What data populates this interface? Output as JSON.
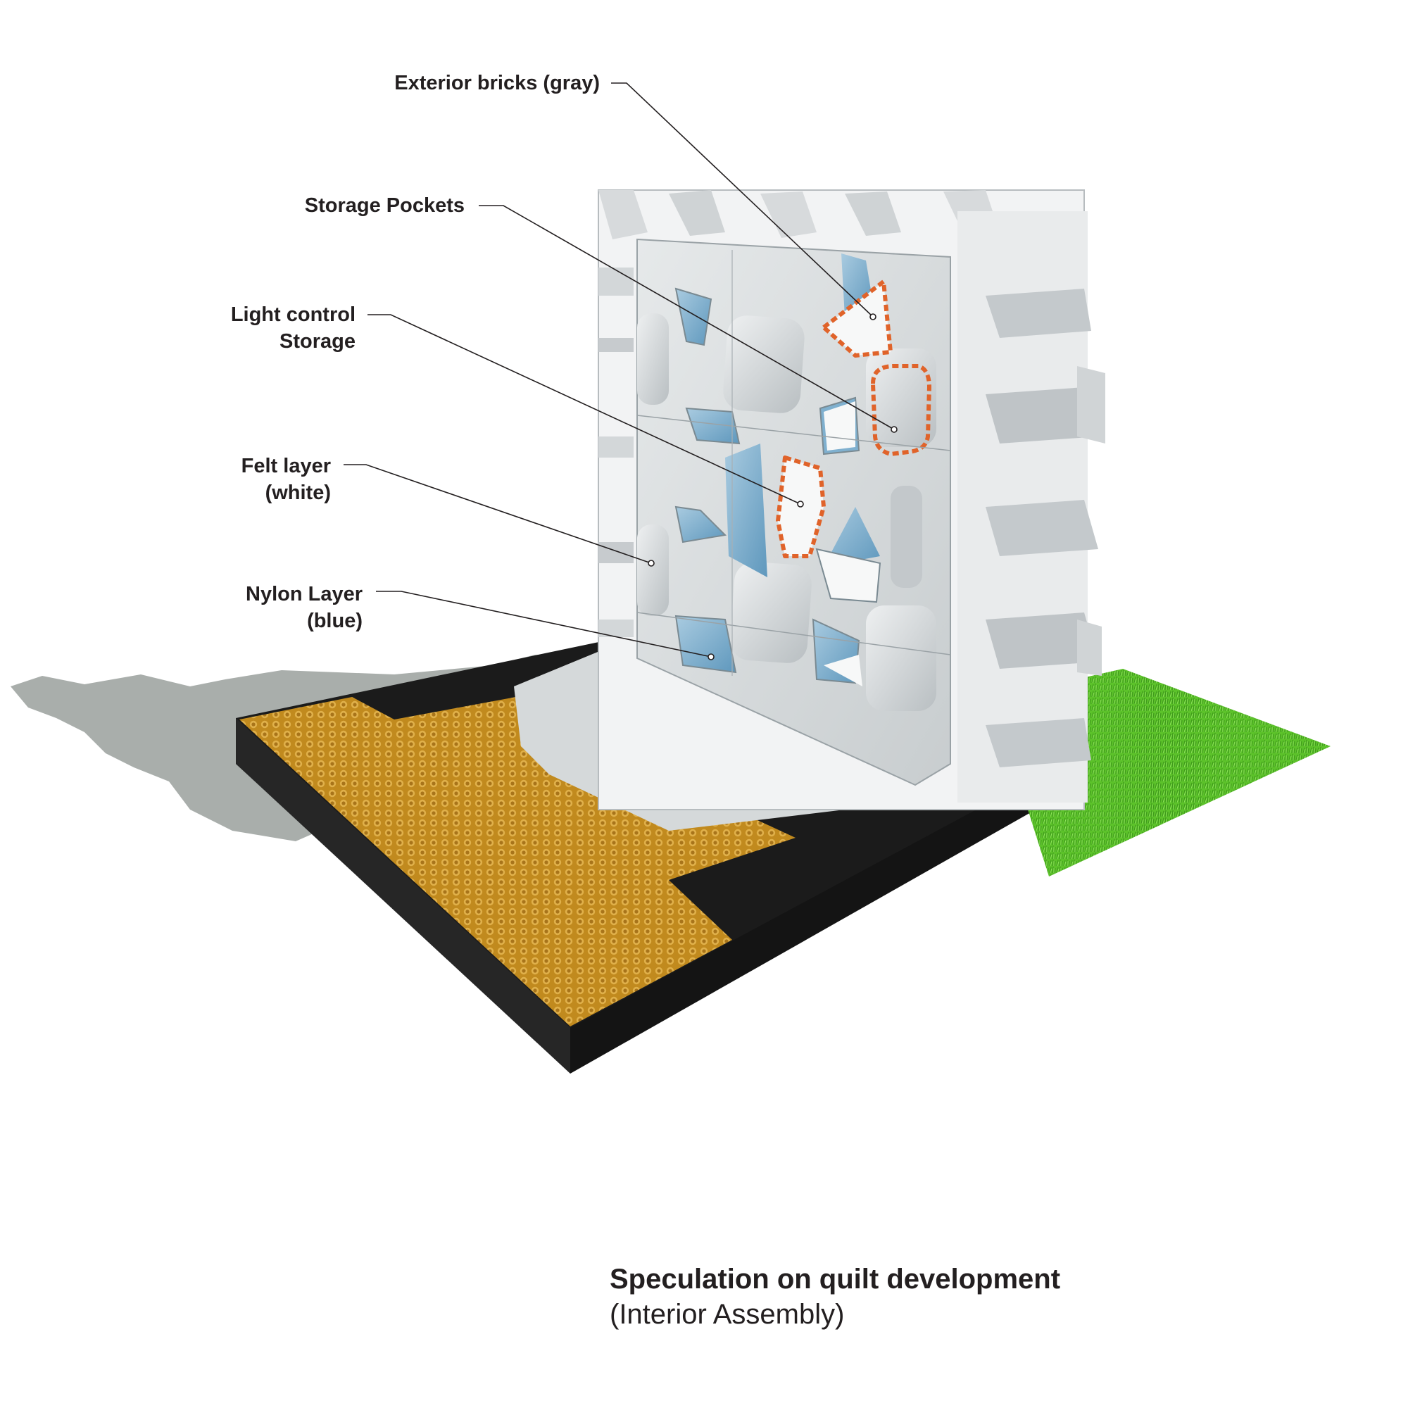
{
  "labels": {
    "exterior_bricks": "Exterior bricks (gray)",
    "storage_pockets": "Storage Pockets",
    "light_control_1": "Light control",
    "light_control_2": "Storage",
    "felt_1": "Felt layer",
    "felt_2": "(white)",
    "nylon_1": "Nylon Layer",
    "nylon_2": "(blue)"
  },
  "caption": {
    "title": "Speculation on quilt development",
    "subtitle": "(Interior Assembly)"
  },
  "colors": {
    "shadow": "#a9aeab",
    "base_black": "#1f1f1f",
    "honeycomb": "#c9952a",
    "grass": "#5cc22a",
    "panel": "#d9dcdd",
    "nylon_blue": "#7fb0cf",
    "highlight_orange": "#e0632a",
    "leader_line": "#231f20"
  }
}
